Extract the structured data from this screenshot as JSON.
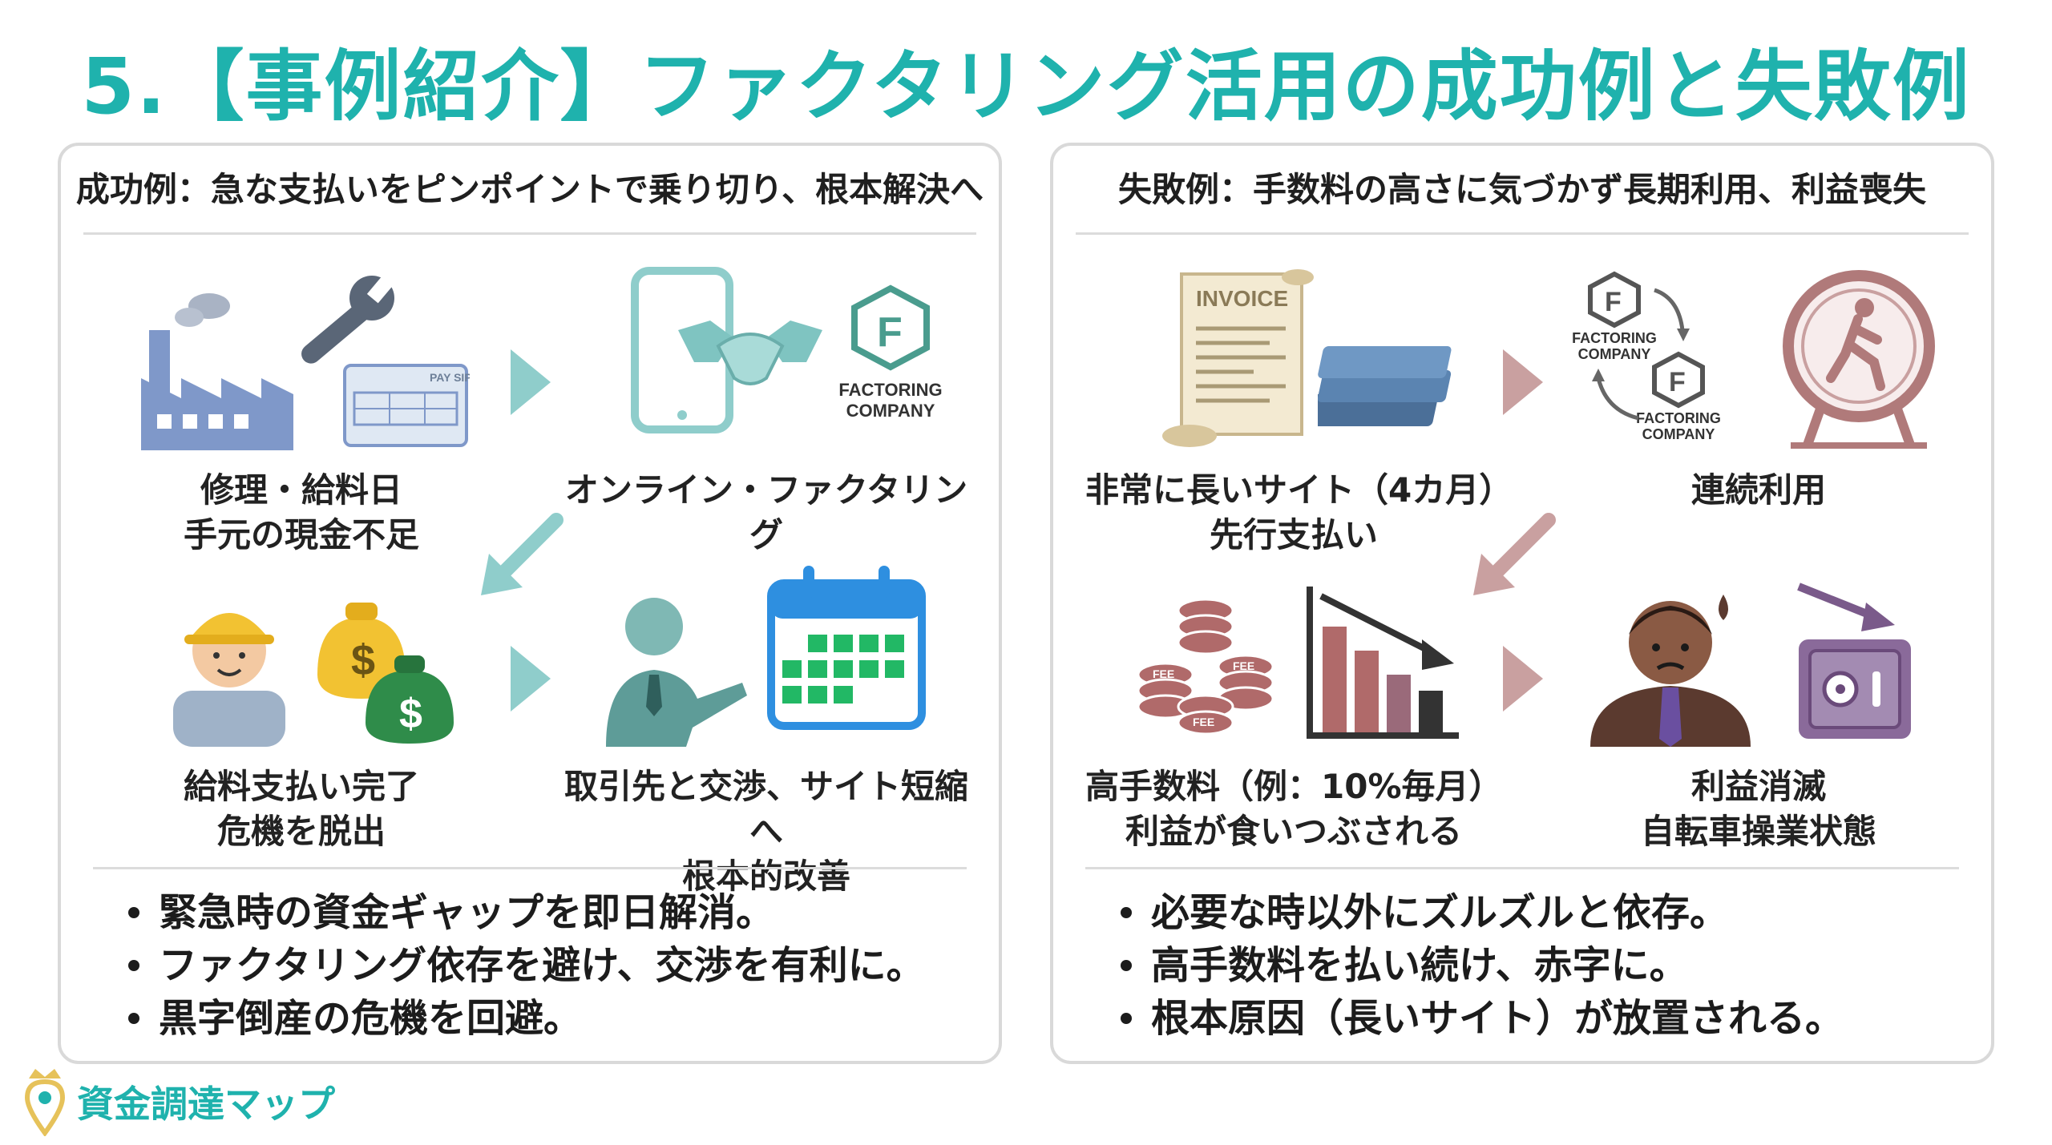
{
  "title": "5.【事例紹介】ファクタリング活用の成功例と失敗例",
  "success": {
    "header": "成功例：急な支払いをピンポイントで乗り切り、根本解決へ",
    "steps": [
      {
        "line1": "修理・給料日",
        "line2": "手元の現金不足"
      },
      {
        "line1": "オンライン・ファクタリング",
        "line2": ""
      },
      {
        "line1": "給料支払い完了",
        "line2": "危機を脱出"
      },
      {
        "line1": "取引先と交渉、サイト短縮へ",
        "line2": "根本的改善"
      }
    ],
    "bullets": [
      "緊急時の資金ギャップを即日解消。",
      "ファクタリング依存を避け、交渉を有利に。",
      "黒字倒産の危機を回避。"
    ],
    "icon_labels": {
      "payslip": "PAY SIP",
      "factoring1": "FACTORING",
      "factoring2": "COMPANY"
    }
  },
  "failure": {
    "header": "失敗例：手数料の高さに気づかず長期利用、利益喪失",
    "steps": [
      {
        "line1": "非常に長いサイト（4カ月）",
        "line2": "先行支払い"
      },
      {
        "line1": "連続利用",
        "line2": ""
      },
      {
        "line1": "高手数料（例：10%毎月）",
        "line2": "利益が食いつぶされる"
      },
      {
        "line1": "利益消滅",
        "line2": "自転車操業状態"
      }
    ],
    "bullets": [
      "必要な時以外にズルズルと依存。",
      "高手数料を払い続け、赤字に。",
      "根本原因（長いサイト）が放置される。"
    ],
    "icon_labels": {
      "invoice": "INVOICE",
      "factoring1": "FACTORING",
      "factoring2": "COMPANY",
      "fee": "FEE"
    }
  },
  "brand": "資金調達マップ",
  "colors": {
    "accent": "#1fb2ad",
    "success_arrow": "#8fcdcb",
    "failure_arrow": "#c9a0a0"
  }
}
